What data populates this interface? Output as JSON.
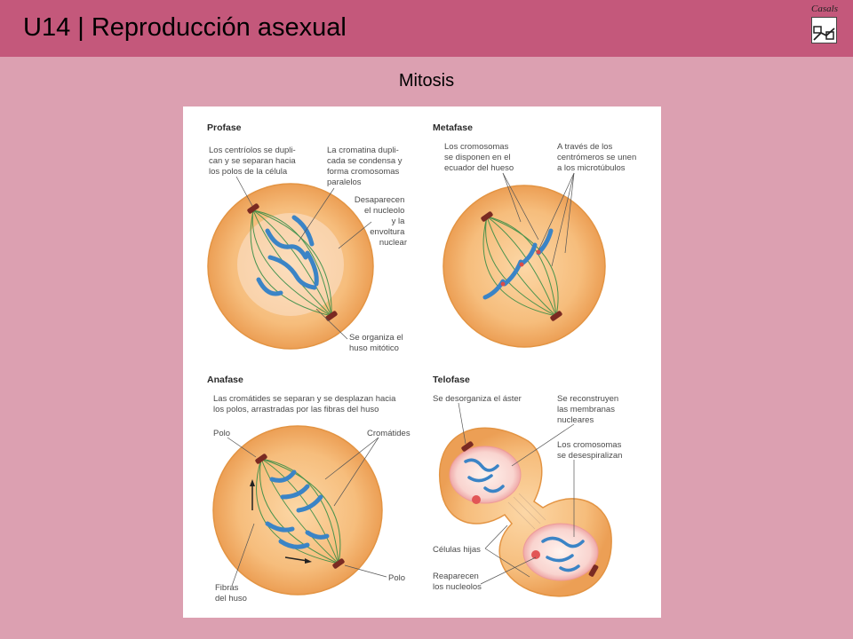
{
  "header": {
    "title": "U14 | Reproducción asexual",
    "logo_text": "Casals"
  },
  "slide": {
    "subtitle": "Mitosis"
  },
  "figure": {
    "profase": {
      "heading": "Profase",
      "l1": [
        "Los centríolos se dupli-",
        "can y se separan hacia",
        "los polos de la célula"
      ],
      "l2": [
        "La cromatina dupli-",
        "cada se condensa y",
        "forma cromosomas",
        "paralelos"
      ],
      "l3": [
        "Desaparecen",
        "el nucleolo",
        "y la",
        "envoltura",
        "nuclear"
      ],
      "l4": [
        "Se organiza el",
        "huso mitótico"
      ]
    },
    "metafase": {
      "heading": "Metafase",
      "l1": [
        "Los cromosomas",
        "se disponen en el",
        "ecuador del hueso"
      ],
      "l2": [
        "A través de los",
        "centrómeros se unen",
        "a los microtúbulos"
      ]
    },
    "anafase": {
      "heading": "Anafase",
      "l1": [
        "Las cromátides se separan y se desplazan hacia",
        "los polos, arrastradas por las fibras del huso"
      ],
      "polo1": "Polo",
      "cromatides": "Cromátides",
      "fibras": [
        "Fibras",
        "del huso"
      ],
      "polo2": "Polo"
    },
    "telofase": {
      "heading": "Telofase",
      "l1": "Se desorganiza el áster",
      "l2": [
        "Se reconstruyen",
        "las membranas",
        "nucleares"
      ],
      "l3": [
        "Los cromosomas",
        "se desespiralizan"
      ],
      "l4": "Células hijas",
      "l5": [
        "Reaparecen",
        "los nucleolos"
      ]
    }
  }
}
